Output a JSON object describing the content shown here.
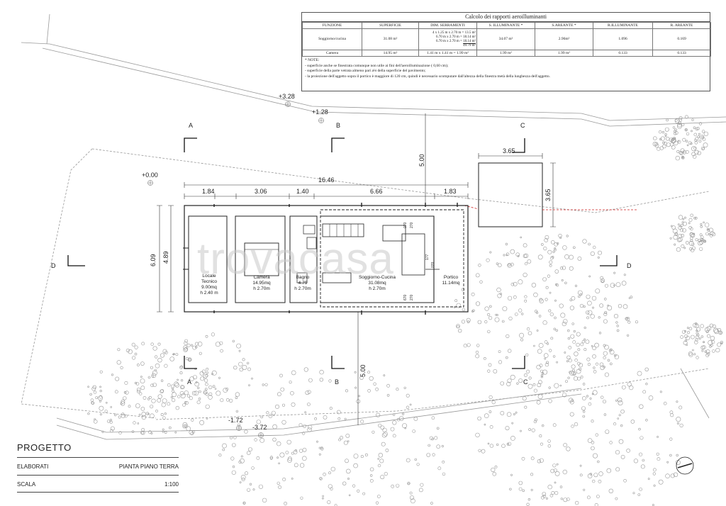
{
  "table": {
    "title": "Calcolo dei rapporti aeroilluminanti",
    "headers": [
      "FUNZIONE",
      "SUPERFICIE",
      "DIM. SERRAMENTI",
      "S. ILLUMINANTE *",
      "S.AREANTE *",
      "R.ILLUMINANTE",
      "R. AREANTE"
    ],
    "rows": [
      {
        "funzione": "Soggiorno/cucina",
        "superficie": "31.08 m²",
        "serramenti": [
          "4 x 1.25 m x 2.70 m = 13.5 m²",
          "6.70 m x 2.70 m = 18.14 m²",
          "6.70 m x 2.70 m = 18.14 m²",
          "49.79 m²"
        ],
        "s_illuminante": "34.07 m²",
        "s_areante": "2.96m²",
        "r_illuminante": "1.096",
        "r_areante": "0.169"
      },
      {
        "funzione": "Camera",
        "superficie": "14.95 m²",
        "serramenti": [
          "1.41 m x 1.41 m = 1.99 m²"
        ],
        "s_illuminante": "1.99 m²",
        "s_areante": "1.99 m²",
        "r_illuminante": "0.133",
        "r_areante": "0.133"
      }
    ],
    "notes": [
      "* NOTE:",
      "- superficie anche se finestrata comunque non utile ai fini dell'aeroilluminazione ( 0,60 cm);",
      "- superficie della parte vetrata almeno pari a⅛ della superficie del pavimento;",
      "- la proiezione dell'aggetto sopra il portico è maggiore di 120 cm, quindi è necessario scomputare dall'altezza della finestra metà della lunghezza dell'aggetto."
    ]
  },
  "elevations": {
    "e1": "+3.28",
    "e2": "+1.28",
    "e3": "+0.00",
    "e4": "-1.72",
    "e5": "-3.72"
  },
  "sections": {
    "a": "A",
    "b": "B",
    "c": "C",
    "d": "D"
  },
  "dimensions": {
    "total_width": "16.46",
    "seg1": "1.84",
    "seg2": "3.06",
    "seg3": "1.40",
    "seg4": "6.66",
    "seg5": "1.83",
    "outer_depth": "6.09",
    "inner_depth": "4.89",
    "north_offset": "5.00",
    "south_offset": "5.00",
    "annex_w": "3.65",
    "annex_h": "3.65",
    "window1": "070",
    "window2": "270",
    "window3": "177",
    "window4": "070",
    "window5": "670",
    "window6": "270"
  },
  "rooms": {
    "locale": [
      "Locale",
      "Tecnico",
      "9.00mq",
      "h 2.40 m"
    ],
    "camera": [
      "Camera",
      "14.95mq",
      "h 2.70m"
    ],
    "bagno": [
      "Bagno",
      "4.79",
      "h 2.70m"
    ],
    "soggiorno": [
      "Soggiorno-Cucina",
      "31.08mq",
      "h 2.70m"
    ],
    "portico": [
      "Portico",
      "11.14mq"
    ]
  },
  "watermark": "trovacasa",
  "titleblock": {
    "project": "PROGETTO",
    "elaborati_label": "ELABORATI",
    "elaborati_value": "PIANTA PIANO TERRA",
    "scala_label": "SCALA",
    "scala_value": "1:100"
  }
}
